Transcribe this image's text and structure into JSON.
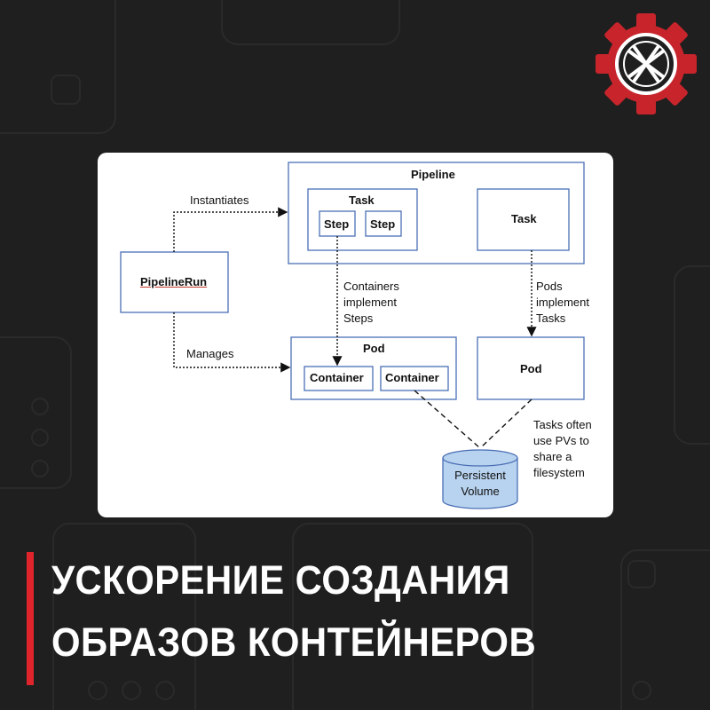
{
  "diagram": {
    "pipeline_title": "Pipeline",
    "task_left_title": "Task",
    "step_1": "Step",
    "step_2": "Step",
    "task_right_title": "Task",
    "pipelinerun": "PipelineRun",
    "instantiates": "Instantiates",
    "manages": "Manages",
    "pod_left_title": "Pod",
    "container_1": "Container",
    "container_2": "Container",
    "pod_right_title": "Pod",
    "containers_note": [
      "Containers",
      "implement",
      "Steps"
    ],
    "pods_note": [
      "Pods",
      "implement",
      "Tasks"
    ],
    "pv_note": [
      "Tasks often",
      "use PVs to",
      "share a",
      "filesystem"
    ],
    "pv_label": [
      "Persistent",
      "Volume"
    ]
  },
  "title": {
    "line1": "УСКОРЕНИЕ СОЗДАНИЯ",
    "line2": "ОБРАЗОВ КОНТЕЙНЕРОВ"
  },
  "colors": {
    "background": "#1f1f1f",
    "accent": "#e0242b",
    "box_border": "#4a6fb5",
    "cylinder_fill": "#b8d3ef"
  },
  "logo": {
    "icon": "gear-logo-icon"
  }
}
